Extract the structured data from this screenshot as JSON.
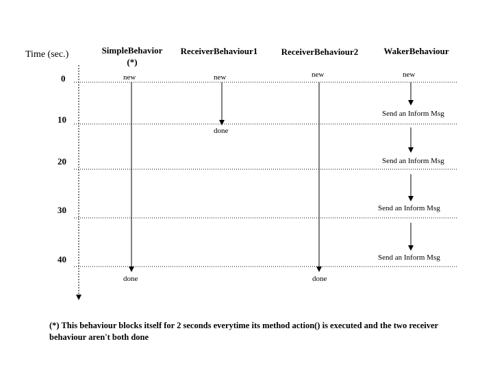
{
  "time_axis": {
    "label": "Time (sec.)",
    "ticks": [
      "0",
      "10",
      "20",
      "30",
      "40"
    ]
  },
  "behaviours": {
    "simple": {
      "name_line1": "SimpleBehavior",
      "name_line2": "(*)",
      "start": "new",
      "end": "done"
    },
    "receiver1": {
      "name": "ReceiverBehaviour1",
      "start": "new",
      "end": "done"
    },
    "receiver2": {
      "name": "ReceiverBehaviour2",
      "start": "new",
      "end": "done"
    },
    "waker": {
      "name": "WakerBehaviour",
      "start": "new",
      "messages": [
        "Send an Inform Msg",
        "Send an Inform Msg",
        "Send an Inform Msg",
        "Send an Inform Msg"
      ]
    }
  },
  "footnote": "(*) This behaviour blocks itself for 2 seconds everytime its method action() is executed and the two receiver behaviour aren't both done"
}
